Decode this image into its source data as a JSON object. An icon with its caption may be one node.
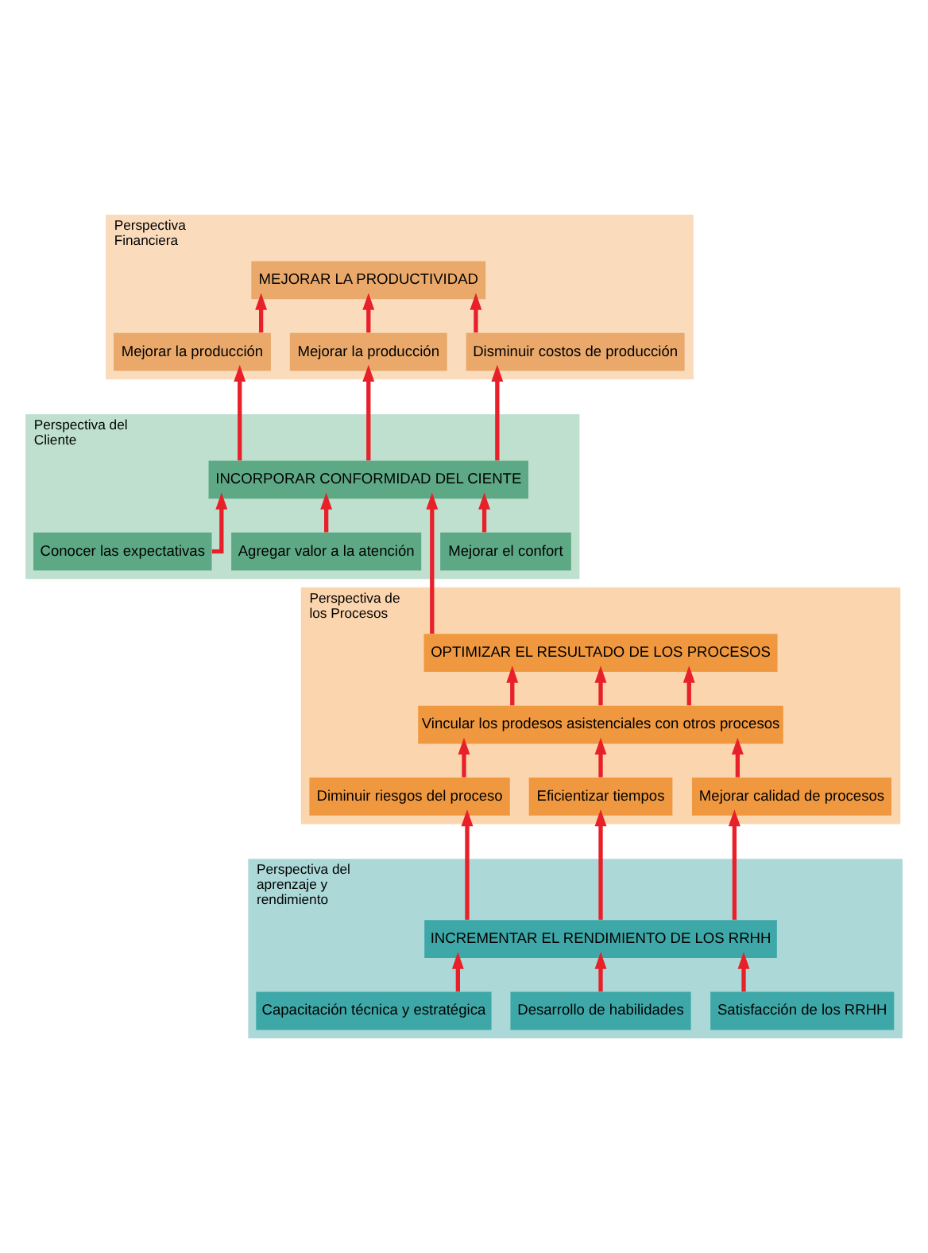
{
  "diagram": {
    "nodes": [
      {
        "text": [
          "Perspectiva Financiera"
        ]
      },
      {
        "text": [
          "MEJORAR LA PRODUCTIVIDAD"
        ],
        "in": 0
      },
      {
        "text": [
          "Mejorar la producción"
        ],
        "in": 0
      },
      {
        "text": [
          "Mejorar la producción"
        ],
        "in": 0
      },
      {
        "text": [
          "Disminuir costos de producción"
        ],
        "in": 0
      },
      {
        "text": [
          "Perspectiva del Cliente"
        ]
      },
      {
        "text": [
          "INCORPORAR CONFORMIDAD DEL CIENTE"
        ],
        "in": 5
      },
      {
        "text": [
          "Conocer las expectativas"
        ],
        "in": 5
      },
      {
        "text": [
          "Agregar valor a la atención"
        ],
        "in": 5
      },
      {
        "text": [
          "Mejorar el confort"
        ],
        "in": 5
      },
      {
        "text": [
          "Perspectiva de los Procesos"
        ]
      },
      {
        "text": [
          "OPTIMIZAR EL RESULTADO DE LOS PROCESOS"
        ],
        "in": 10
      },
      {
        "text": [
          "Vincular los prodesos asistenciales con otros procesos"
        ],
        "in": 10
      },
      {
        "text": [
          "Diminuir riesgos del proceso"
        ],
        "in": 10
      },
      {
        "text": [
          "Eficientizar tiempos"
        ],
        "in": 10
      },
      {
        "text": [
          "Mejorar calidad de procesos"
        ],
        "in": 10
      },
      {
        "text": [
          "Perspectiva del aprenzaje y rendimiento"
        ]
      },
      {
        "text": [
          "INCREMENTAR EL RENDIMIENTO DE LOS RRHH"
        ],
        "in": 16
      },
      {
        "text": [
          "Capacitación técnica y estratégica"
        ],
        "in": 16
      },
      {
        "text": [
          "Desarrollo de habilidades"
        ],
        "in": 16
      },
      {
        "text": [
          "Satisfacción de los RRHH"
        ],
        "in": 16
      }
    ],
    "edges": [
      {
        "from": 2,
        "to": 1,
        "arrow": "to"
      },
      {
        "from": 3,
        "to": 1,
        "arrow": "to"
      },
      {
        "from": 4,
        "to": 1,
        "arrow": "to"
      },
      {
        "from": 6,
        "to": 2,
        "arrow": "to"
      },
      {
        "from": 6,
        "to": 3,
        "arrow": "to"
      },
      {
        "from": 6,
        "to": 4,
        "arrow": "to"
      },
      {
        "from": 7,
        "to": 6,
        "arrow": "to"
      },
      {
        "from": 8,
        "to": 6,
        "arrow": "to"
      },
      {
        "from": 9,
        "to": 6,
        "arrow": "to"
      },
      {
        "from": 11,
        "to": 6,
        "arrow": "to"
      },
      {
        "from": 12,
        "to": 11,
        "arrow": "to"
      },
      {
        "from": 12,
        "to": 11,
        "arrow": "to"
      },
      {
        "from": 12,
        "to": 11,
        "arrow": "to"
      },
      {
        "from": 13,
        "to": 12,
        "arrow": "to"
      },
      {
        "from": 14,
        "to": 12,
        "arrow": "to"
      },
      {
        "from": 15,
        "to": 12,
        "arrow": "to"
      },
      {
        "from": 17,
        "to": 13,
        "arrow": "to"
      },
      {
        "from": 17,
        "to": 14,
        "arrow": "to"
      },
      {
        "from": 17,
        "to": 15,
        "arrow": "to"
      },
      {
        "from": 18,
        "to": 17,
        "arrow": "to"
      },
      {
        "from": 19,
        "to": 17,
        "arrow": "to"
      },
      {
        "from": 20,
        "to": 17,
        "arrow": "to"
      }
    ]
  }
}
